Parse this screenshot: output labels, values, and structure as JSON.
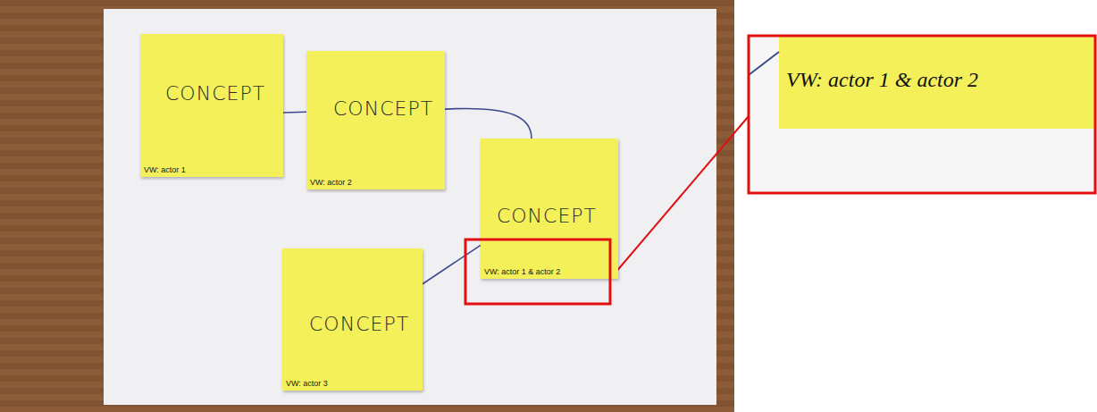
{
  "diagram": {
    "nodes": [
      {
        "text": [
          "CONCEPT",
          "VW: actor 1"
        ]
      },
      {
        "text": [
          "CONCEPT",
          "VW: actor 2"
        ]
      },
      {
        "text": [
          "CONCEPT",
          "VW: actor 1 & actor 2"
        ]
      },
      {
        "text": [
          "CONCEPT",
          "VW: actor 3"
        ]
      }
    ],
    "edges": [
      {
        "from": 0,
        "to": 1,
        "arrow": "none"
      },
      {
        "from": 1,
        "to": 2,
        "arrow": "none"
      },
      {
        "from": 3,
        "to": 2,
        "arrow": "none"
      }
    ],
    "labels": [
      "VW: actor 1 & actor 2"
    ]
  }
}
